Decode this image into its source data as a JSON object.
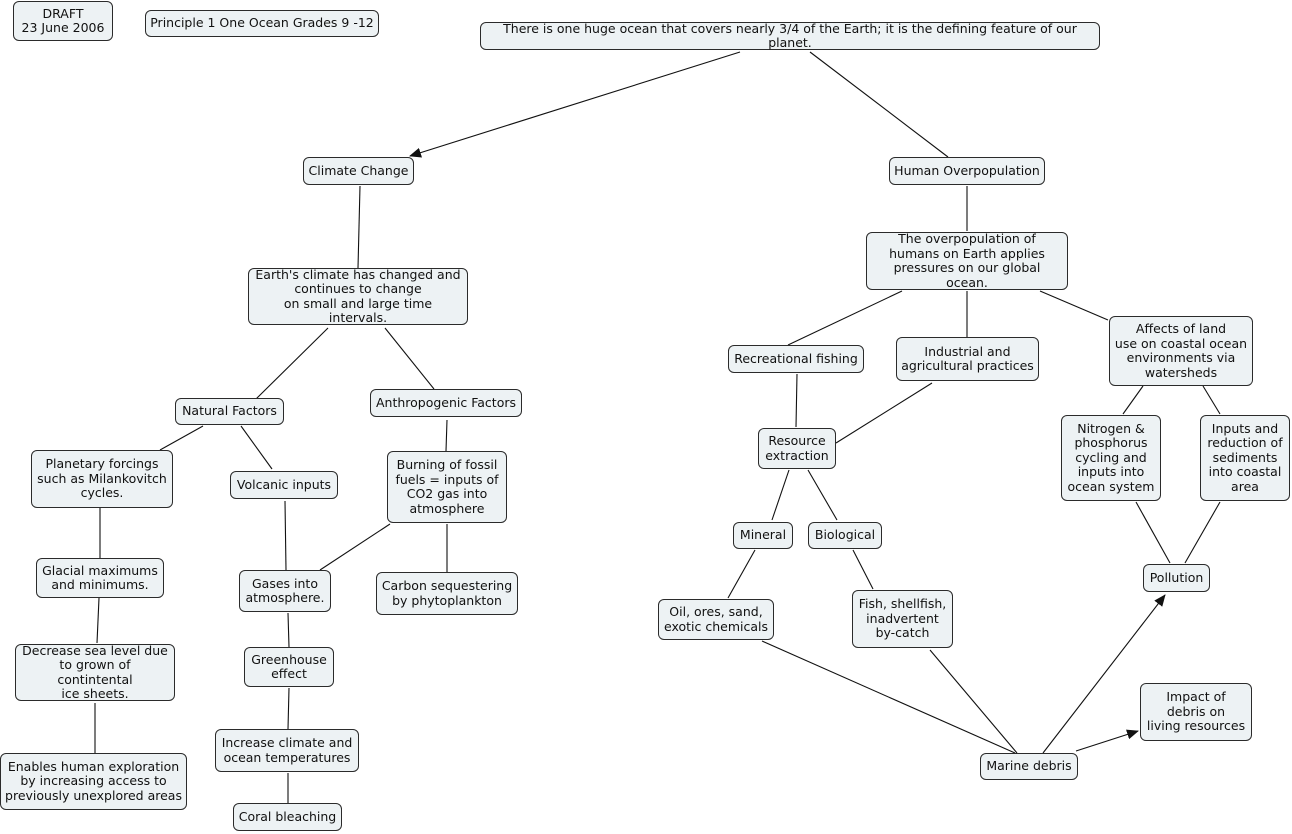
{
  "nodes": {
    "draft": "DRAFT\n23 June 2006",
    "principle": "Principle 1 One Ocean Grades 9 -12",
    "root": "There is one huge ocean that covers nearly 3/4 of the Earth; it is the defining feature of our planet.",
    "climate_change": "Climate Change",
    "earth_climate": "Earth's climate has changed and\ncontinues to change\non small and large time intervals.",
    "natural_factors": "Natural Factors",
    "anthropogenic_factors": "Anthropogenic Factors",
    "planetary_forcings": "Planetary forcings\nsuch as Milankovitch\ncycles.",
    "volcanic_inputs": "Volcanic inputs",
    "burning_fossil": "Burning of fossil\nfuels = inputs of\nCO2 gas into\natmosphere",
    "glacial": "Glacial maximums\nand minimums.",
    "gases_atmosphere": "Gases into\natmosphere.",
    "carbon_seq": "Carbon sequestering\nby phytoplankton",
    "decrease_sea": "Decrease sea level due\nto grown of contintental\nice sheets.",
    "greenhouse": "Greenhouse\neffect",
    "increase_temp": "Increase climate and\nocean temperatures",
    "enables_exploration": "Enables human exploration\nby increasing access to\npreviously unexplored areas",
    "coral": "Coral bleaching",
    "human_overpop": "Human Overpopulation",
    "overpop_desc": "The overpopulation of\nhumans on Earth applies\npressures on our global ocean.",
    "rec_fishing": "Recreational fishing",
    "industrial": "Industrial and\nagricultural practices",
    "affects_land": "Affects of land\nuse on coastal ocean\nenvironments via\nwatersheds",
    "resource": "Resource\nextraction",
    "nitrogen": "Nitrogen &\nphosphorus\ncycling and\ninputs into\nocean system",
    "inputs_sediments": "Inputs and\nreduction of\nsediments\ninto coastal\narea",
    "mineral": "Mineral",
    "biological": "Biological",
    "pollution": "Pollution",
    "oil_ores": "Oil, ores, sand,\nexotic chemicals",
    "fish": "Fish, shellfish,\ninadvertent\nby-catch",
    "impact_debris": "Impact of\ndebris on\nliving resources",
    "marine_debris": "Marine debris"
  },
  "colors": {
    "node_fill": "#edf2f4",
    "node_border": "#2b2b2b",
    "link": "#111111"
  }
}
